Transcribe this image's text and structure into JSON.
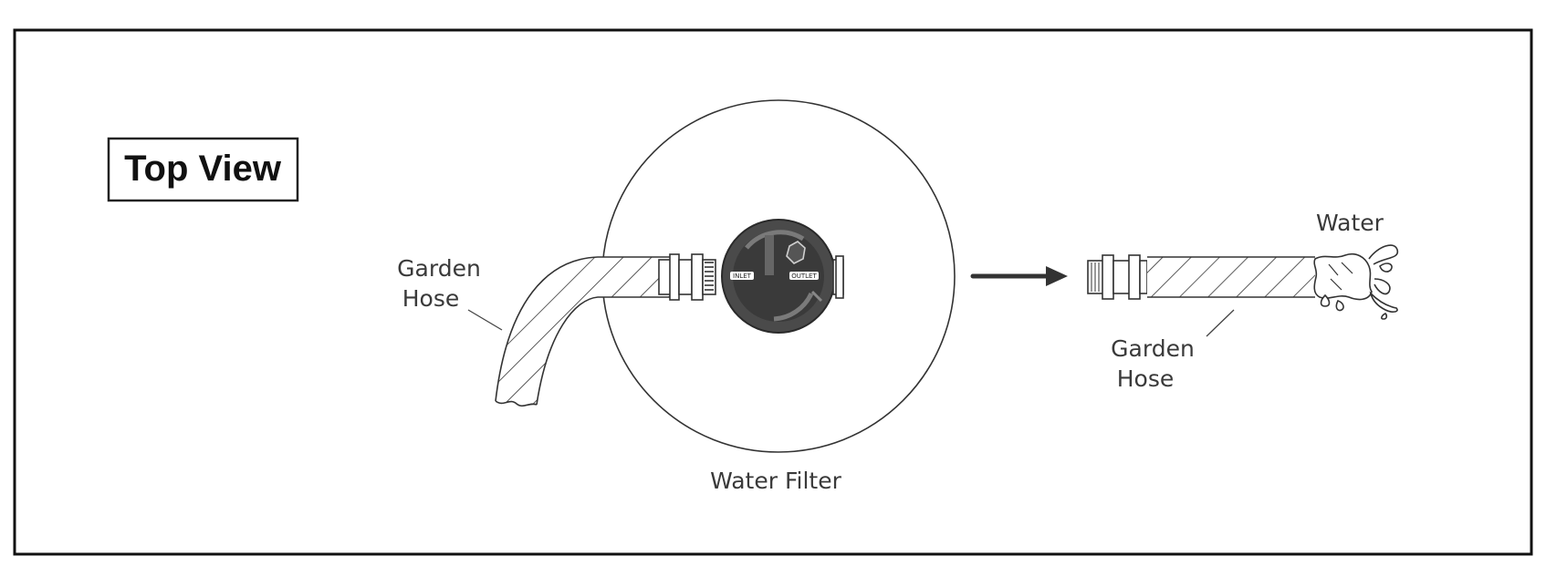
{
  "title": "Top View",
  "labels": {
    "garden_hose_left_1": "Garden",
    "garden_hose_left_2": "Hose",
    "water_filter": "Water Filter",
    "inlet": "INLET",
    "outlet": "OUTLET",
    "garden_hose_right_1": "Garden",
    "garden_hose_right_2": "Hose",
    "water": "Water"
  },
  "colors": {
    "line": "#333333",
    "cap_dark": "#4a4a4a",
    "cap_inner": "#2b2b2b",
    "arrow": "#333333"
  }
}
